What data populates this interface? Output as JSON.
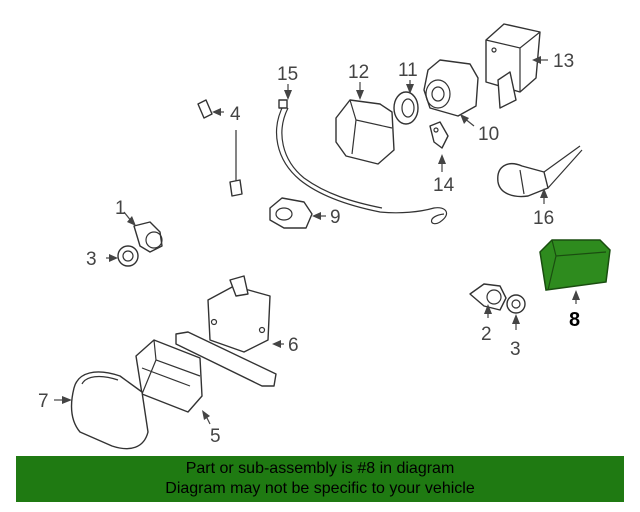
{
  "diagram": {
    "callouts": [
      "1",
      "2",
      "3",
      "3",
      "4",
      "5",
      "6",
      "7",
      "8",
      "9",
      "10",
      "11",
      "12",
      "13",
      "14",
      "15",
      "16"
    ],
    "highlight_color": "#2e8b1e"
  },
  "banner": {
    "line1": "Part or sub-assembly is #8 in diagram",
    "line2": "Diagram may not be specific to your vehicle",
    "background": "#1f7a12"
  }
}
